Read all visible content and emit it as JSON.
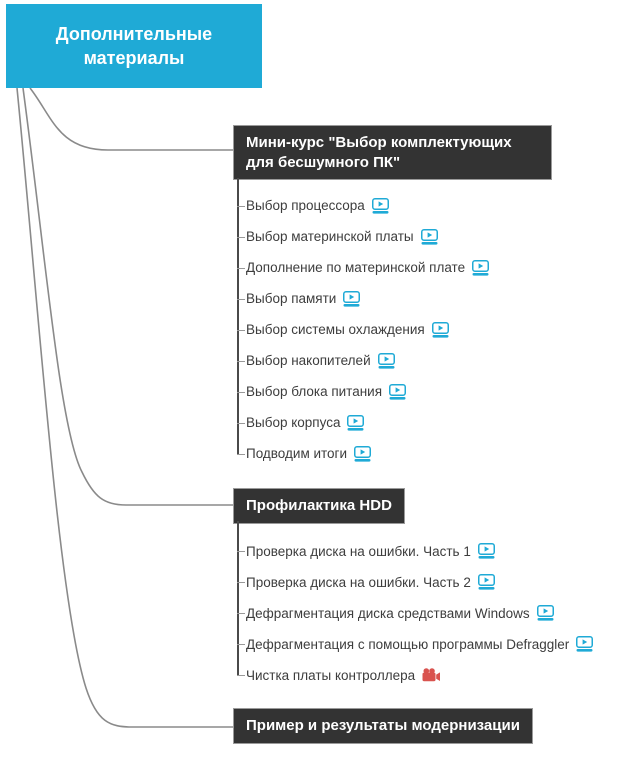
{
  "root": {
    "title": "Дополнительные материалы"
  },
  "sections": [
    {
      "title": "Мини-курс \"Выбор комплектующих для бесшумного ПК\"",
      "items": [
        {
          "label": "Выбор процессора",
          "icon": "video-screen"
        },
        {
          "label": "Выбор материнской платы",
          "icon": "video-screen"
        },
        {
          "label": "Дополнение по материнской плате",
          "icon": "video-screen"
        },
        {
          "label": "Выбор памяти",
          "icon": "video-screen"
        },
        {
          "label": "Выбор системы охлаждения",
          "icon": "video-screen"
        },
        {
          "label": "Выбор накопителей",
          "icon": "video-screen"
        },
        {
          "label": "Выбор блока питания",
          "icon": "video-screen"
        },
        {
          "label": "Выбор корпуса",
          "icon": "video-screen"
        },
        {
          "label": "Подводим итоги",
          "icon": "video-screen"
        }
      ]
    },
    {
      "title": "Профилактика HDD",
      "items": [
        {
          "label": "Проверка диска на ошибки. Часть 1",
          "icon": "video-screen"
        },
        {
          "label": "Проверка диска на ошибки. Часть 2",
          "icon": "video-screen"
        },
        {
          "label": "Дефрагментация диска средствами Windows",
          "icon": "video-screen"
        },
        {
          "label": "Дефрагментация с помощью программы Defraggler",
          "icon": "video-screen"
        },
        {
          "label": "Чистка платы контроллера",
          "icon": "video-camera"
        }
      ]
    },
    {
      "title": "Пример и результаты модернизации",
      "items": []
    }
  ],
  "colors": {
    "accent": "#1faad6",
    "dark": "#333333",
    "red": "#d9534f",
    "line": "#8a8a8a"
  }
}
